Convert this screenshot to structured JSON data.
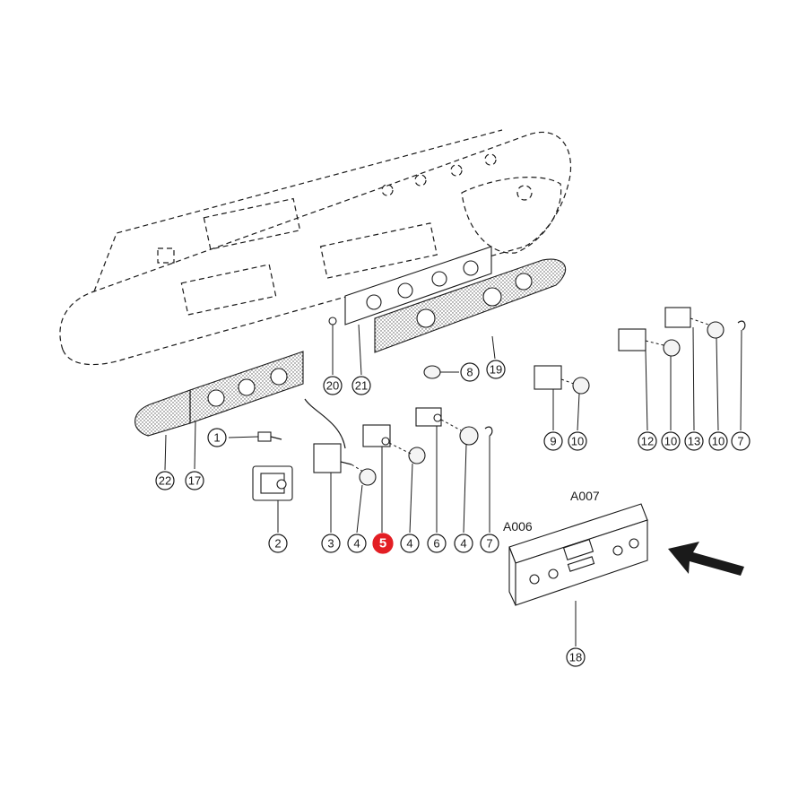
{
  "callouts": [
    {
      "label": "1",
      "highlight": false
    },
    {
      "label": "2",
      "highlight": false
    },
    {
      "label": "3",
      "highlight": false
    },
    {
      "label": "4",
      "highlight": false
    },
    {
      "label": "5",
      "highlight": true
    },
    {
      "label": "4",
      "highlight": false
    },
    {
      "label": "6",
      "highlight": false
    },
    {
      "label": "4",
      "highlight": false
    },
    {
      "label": "7",
      "highlight": false
    },
    {
      "label": "8",
      "highlight": false
    },
    {
      "label": "9",
      "highlight": false
    },
    {
      "label": "10",
      "highlight": false
    },
    {
      "label": "12",
      "highlight": false
    },
    {
      "label": "10",
      "highlight": false
    },
    {
      "label": "13",
      "highlight": false
    },
    {
      "label": "10",
      "highlight": false
    },
    {
      "label": "7",
      "highlight": false
    },
    {
      "label": "17",
      "highlight": false
    },
    {
      "label": "18",
      "highlight": false
    },
    {
      "label": "19",
      "highlight": false
    },
    {
      "label": "20",
      "highlight": false
    },
    {
      "label": "21",
      "highlight": false
    },
    {
      "label": "22",
      "highlight": false
    }
  ],
  "codes": {
    "a006": "A006",
    "a007": "A007"
  },
  "colors": {
    "highlight": "#e31e24",
    "ink": "#1a1a1a"
  }
}
